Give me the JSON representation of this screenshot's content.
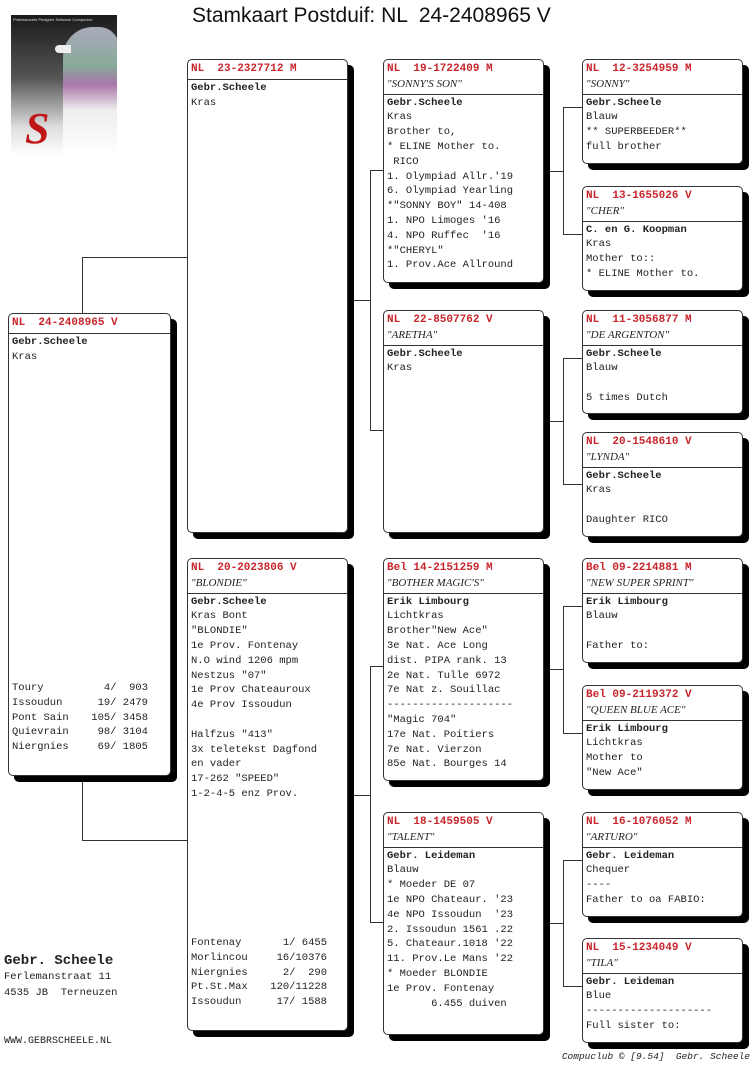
{
  "title": "Stamkaart Postduif: NL  24-2408965 V",
  "logo_text": "Professionele Pedigree Software Compuclub",
  "owner": {
    "name": "Gebr. Scheele",
    "street": "Ferlemanstraat 11",
    "city": "4535 JB  Terneuzen",
    "website": "WWW.GEBRSCHEELE.NL"
  },
  "footer": "Compuclub © [9.54]  Gebr. Scheele",
  "colors": {
    "ring": "#c8262c"
  },
  "cards": {
    "subject": {
      "ring": "NL  24-2408965 V",
      "name": "",
      "lines": [
        "Gebr.Scheele",
        "Kras"
      ],
      "results": [
        [
          "Toury",
          "4/  903"
        ],
        [
          "Issoudun",
          "19/ 2479"
        ],
        [
          "Pont Sain",
          "105/ 3458"
        ],
        [
          "Quievrain",
          "98/ 3104"
        ],
        [
          "Niergnies",
          "69/ 1805"
        ]
      ]
    },
    "father": {
      "ring": "NL  23-2327712 M",
      "name": "",
      "lines": [
        "Gebr.Scheele",
        "Kras"
      ],
      "results": []
    },
    "mother": {
      "ring": "NL  20-2023806 V",
      "name": "\"BLONDIE\"",
      "lines": [
        "Gebr.Scheele",
        "Kras Bont",
        "\"BLONDIE\"",
        "1e Prov. Fontenay",
        "N.O wind 1206 mpm",
        "Nestzus \"07\"",
        "1e Prov Chateauroux",
        "4e Prov Issoudun",
        "",
        "Halfzus \"413\"",
        "3x teletekst Dagfond",
        "en vader",
        "17-262 \"SPEED\"",
        "1-2-4-5 enz Prov."
      ],
      "results": [
        [
          "Fontenay",
          "1/ 6455"
        ],
        [
          "Morlincou",
          "16/10376"
        ],
        [
          "Niergnies",
          "2/  290"
        ],
        [
          "Pt.St.Max",
          "120/11228"
        ],
        [
          "Issoudun",
          "17/ 1588"
        ]
      ]
    },
    "ff": {
      "ring": "NL  19-1722409 M",
      "name": "\"SONNY'S SON\"",
      "lines": [
        "Gebr.Scheele",
        "Kras",
        "Brother to,",
        "* ELINE Mother to.",
        " RICO",
        "1. Olympiad Allr.'19",
        "6. Olympiad Yearling",
        "*\"SONNY BOY\" 14-408",
        "1. NPO Limoges '16",
        "4. NPO Ruffec  '16",
        "*\"CHERYL\"",
        "1. Prov.Ace Allround"
      ],
      "results": []
    },
    "fm": {
      "ring": "NL  22-8507762 V",
      "name": "\"ARETHA\"",
      "lines": [
        "Gebr.Scheele",
        "Kras"
      ],
      "results": []
    },
    "mf": {
      "ring": "Bel 14-2151259 M",
      "name": "\"BOTHER MAGIC'S\"",
      "lines": [
        "Erik Limbourg",
        "Lichtkras",
        "Brother\"New Ace\"",
        "3e Nat. Ace Long",
        "dist. PIPA rank. 13",
        "2e Nat. Tulle 6972",
        "7e Nat z. Souillac",
        "--------------------",
        "\"Magic 704\"",
        "17e Nat. Poitiers",
        "7e Nat. Vierzon",
        "85e Nat. Bourges 14"
      ],
      "results": []
    },
    "mm": {
      "ring": "NL  18-1459505 V",
      "name": "\"TALENT\"",
      "lines": [
        "Gebr. Leideman",
        "Blauw",
        "* Moeder DE 07",
        "1e NPO Chateaur. '23",
        "4e NPO Issoudun  '23",
        "2. Issoudun 1561 .22",
        "5. Chateaur.1018 '22",
        "11. Prov.Le Mans '22",
        "* Moeder BLONDIE",
        "1e Prov. Fontenay",
        "       6.455 duiven"
      ],
      "results": []
    },
    "fff": {
      "ring": "NL  12-3254959 M",
      "name": "\"SONNY\"",
      "lines": [
        "Gebr.Scheele",
        "Blauw",
        "** SUPERBEEDER**",
        "full brother"
      ],
      "results": []
    },
    "ffm": {
      "ring": "NL  13-1655026 V",
      "name": "\"CHER\"",
      "lines": [
        "C. en G. Koopman",
        "Kras",
        "Mother to::",
        "* ELINE Mother to."
      ],
      "results": []
    },
    "fmf": {
      "ring": "NL  11-3056877 M",
      "name": "\"DE ARGENTON\"",
      "lines": [
        "Gebr.Scheele",
        "Blauw",
        "",
        "5 times Dutch"
      ],
      "results": []
    },
    "fmm": {
      "ring": "NL  20-1548610 V",
      "name": "\"LYNDA\"",
      "lines": [
        "Gebr.Scheele",
        "Kras",
        "",
        "Daughter RICO"
      ],
      "results": []
    },
    "mff": {
      "ring": "Bel 09-2214881 M",
      "name": "\"NEW SUPER SPRINT\"",
      "lines": [
        "Erik Limbourg",
        "Blauw",
        "",
        "Father to:"
      ],
      "results": []
    },
    "mfm": {
      "ring": "Bel 09-2119372 V",
      "name": "\"QUEEN BLUE ACE\"",
      "lines": [
        "Erik Limbourg",
        "Lichtkras",
        "Mother to",
        "\"New Ace\""
      ],
      "results": []
    },
    "mmf": {
      "ring": "NL  16-1076052 M",
      "name": "\"ARTURO\"",
      "lines": [
        "Gebr. Leideman",
        "Chequer",
        "----",
        "Father to oa FABIO:"
      ],
      "results": []
    },
    "mmm": {
      "ring": "NL  15-1234049 V",
      "name": "\"TILA\"",
      "lines": [
        "Gebr. Leideman",
        "Blue",
        "--------------------",
        "Full sister to:"
      ],
      "results": []
    }
  }
}
